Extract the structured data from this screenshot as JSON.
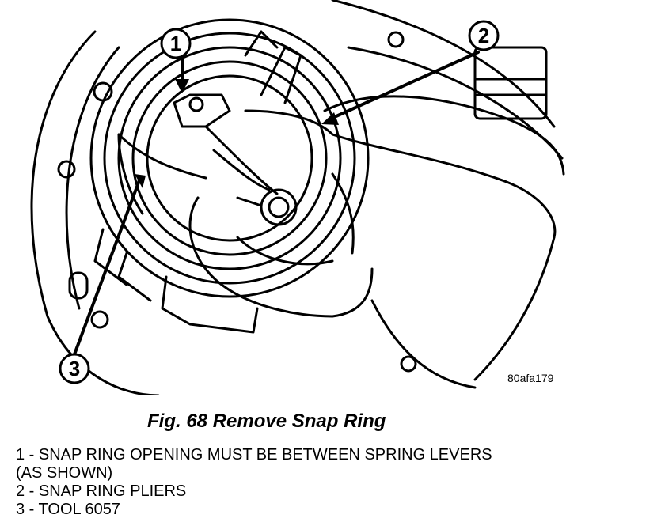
{
  "figure": {
    "code": "80afa179",
    "caption": "Fig. 68 Remove Snap Ring"
  },
  "callouts": [
    {
      "number": "1"
    },
    {
      "number": "2"
    },
    {
      "number": "3"
    }
  ],
  "legend": [
    {
      "text": "1 - SNAP RING OPENING MUST BE BETWEEN SPRING LEVERS"
    },
    {
      "text": "(AS SHOWN)"
    },
    {
      "text": "2 - SNAP RING PLIERS"
    },
    {
      "text": "3 - TOOL 6057"
    }
  ]
}
